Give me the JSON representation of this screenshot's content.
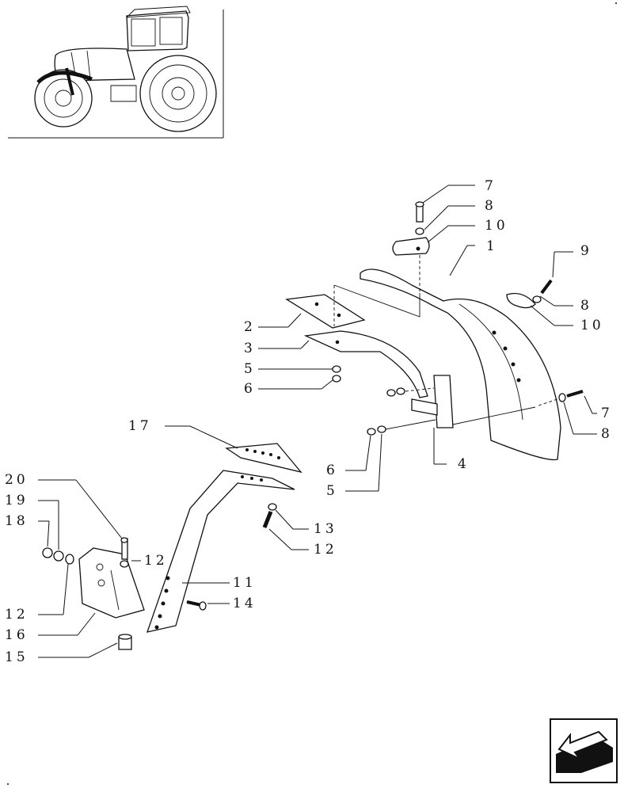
{
  "callouts": [
    {
      "id": "c7a",
      "text": "7"
    },
    {
      "id": "c8a",
      "text": "8"
    },
    {
      "id": "c10a",
      "text": "10"
    },
    {
      "id": "c1",
      "text": "1"
    },
    {
      "id": "c9",
      "text": "9"
    },
    {
      "id": "c8b",
      "text": "8"
    },
    {
      "id": "c10b",
      "text": "10"
    },
    {
      "id": "c2",
      "text": "2"
    },
    {
      "id": "c3",
      "text": "3"
    },
    {
      "id": "c5a",
      "text": "5"
    },
    {
      "id": "c6a",
      "text": "6"
    },
    {
      "id": "c7b",
      "text": "7"
    },
    {
      "id": "c8c",
      "text": "8"
    },
    {
      "id": "c4",
      "text": "4"
    },
    {
      "id": "c6b",
      "text": "6"
    },
    {
      "id": "c5b",
      "text": "5"
    },
    {
      "id": "c17",
      "text": "17"
    },
    {
      "id": "c20",
      "text": "20"
    },
    {
      "id": "c19",
      "text": "19"
    },
    {
      "id": "c18",
      "text": "18"
    },
    {
      "id": "c12a",
      "text": "12"
    },
    {
      "id": "c13",
      "text": "13"
    },
    {
      "id": "c12b",
      "text": "12"
    },
    {
      "id": "c11",
      "text": "11"
    },
    {
      "id": "c14",
      "text": "14"
    },
    {
      "id": "c12c",
      "text": "12"
    },
    {
      "id": "c16",
      "text": "16"
    },
    {
      "id": "c15",
      "text": "15"
    }
  ],
  "icons": {
    "thumbnail": "tractor-thumbnail-icon",
    "nav": "next-page-arrow-icon"
  }
}
